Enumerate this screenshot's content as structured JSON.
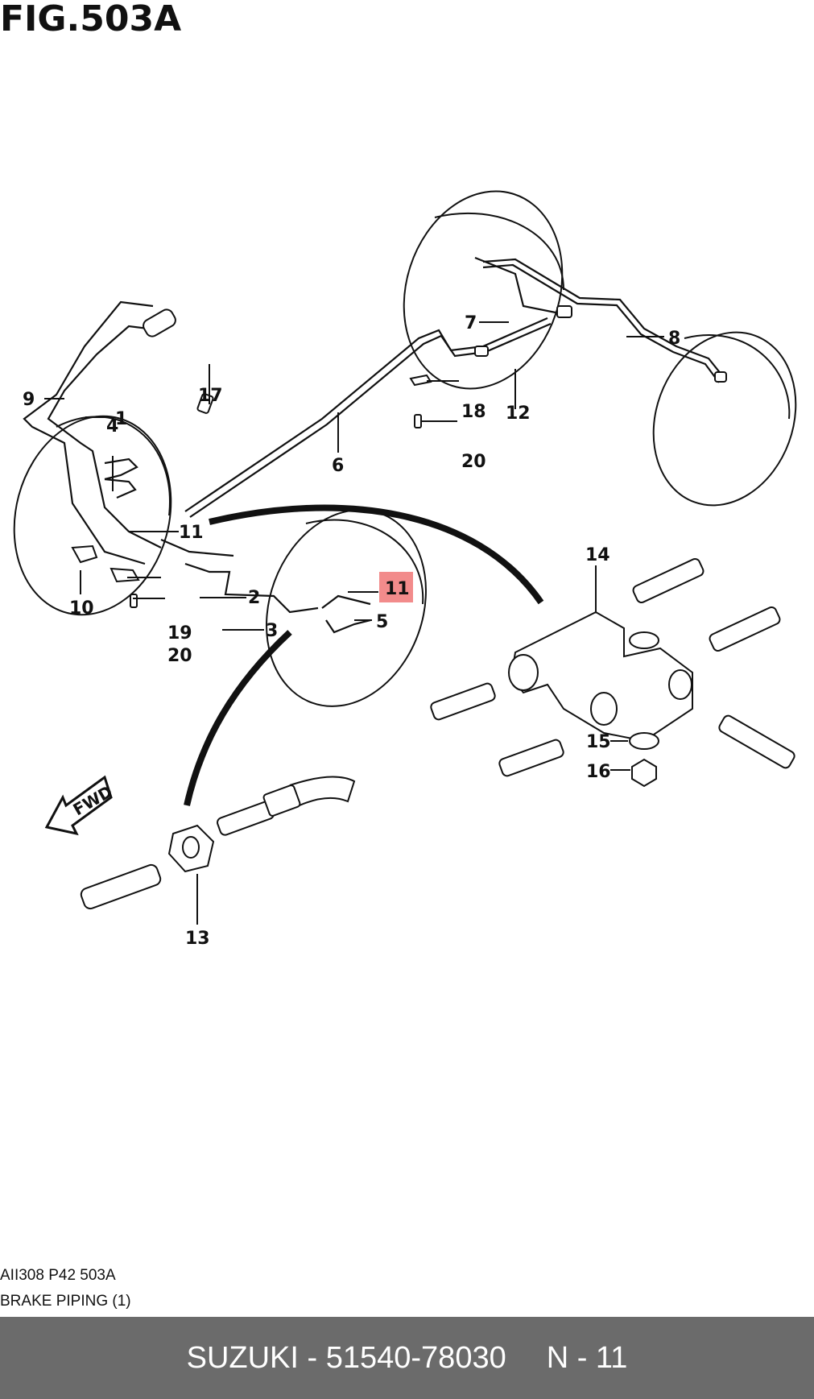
{
  "figure": {
    "title": "FIG.503A",
    "code": "AII308 P42 503A",
    "caption": "BRAKE PIPING (1)"
  },
  "callouts": [
    {
      "id": "1",
      "label": "1"
    },
    {
      "id": "2",
      "label": "2"
    },
    {
      "id": "3",
      "label": "3"
    },
    {
      "id": "4",
      "label": "4"
    },
    {
      "id": "5",
      "label": "5"
    },
    {
      "id": "6",
      "label": "6"
    },
    {
      "id": "7",
      "label": "7"
    },
    {
      "id": "8",
      "label": "8"
    },
    {
      "id": "9",
      "label": "9"
    },
    {
      "id": "10",
      "label": "10"
    },
    {
      "id": "11a",
      "label": "11"
    },
    {
      "id": "11b",
      "label": "11",
      "highlighted": true
    },
    {
      "id": "12",
      "label": "12"
    },
    {
      "id": "13",
      "label": "13"
    },
    {
      "id": "14",
      "label": "14"
    },
    {
      "id": "15",
      "label": "15"
    },
    {
      "id": "16",
      "label": "16"
    },
    {
      "id": "17",
      "label": "17"
    },
    {
      "id": "18",
      "label": "18"
    },
    {
      "id": "19",
      "label": "19"
    },
    {
      "id": "20a",
      "label": "20"
    },
    {
      "id": "20b",
      "label": "20"
    }
  ],
  "fwd_label": "FWD",
  "highlight_color": "#f28b8b",
  "footer": {
    "part": "SUZUKI - 51540-78030",
    "ref": "N - 11",
    "background": "#6b6b6b"
  }
}
